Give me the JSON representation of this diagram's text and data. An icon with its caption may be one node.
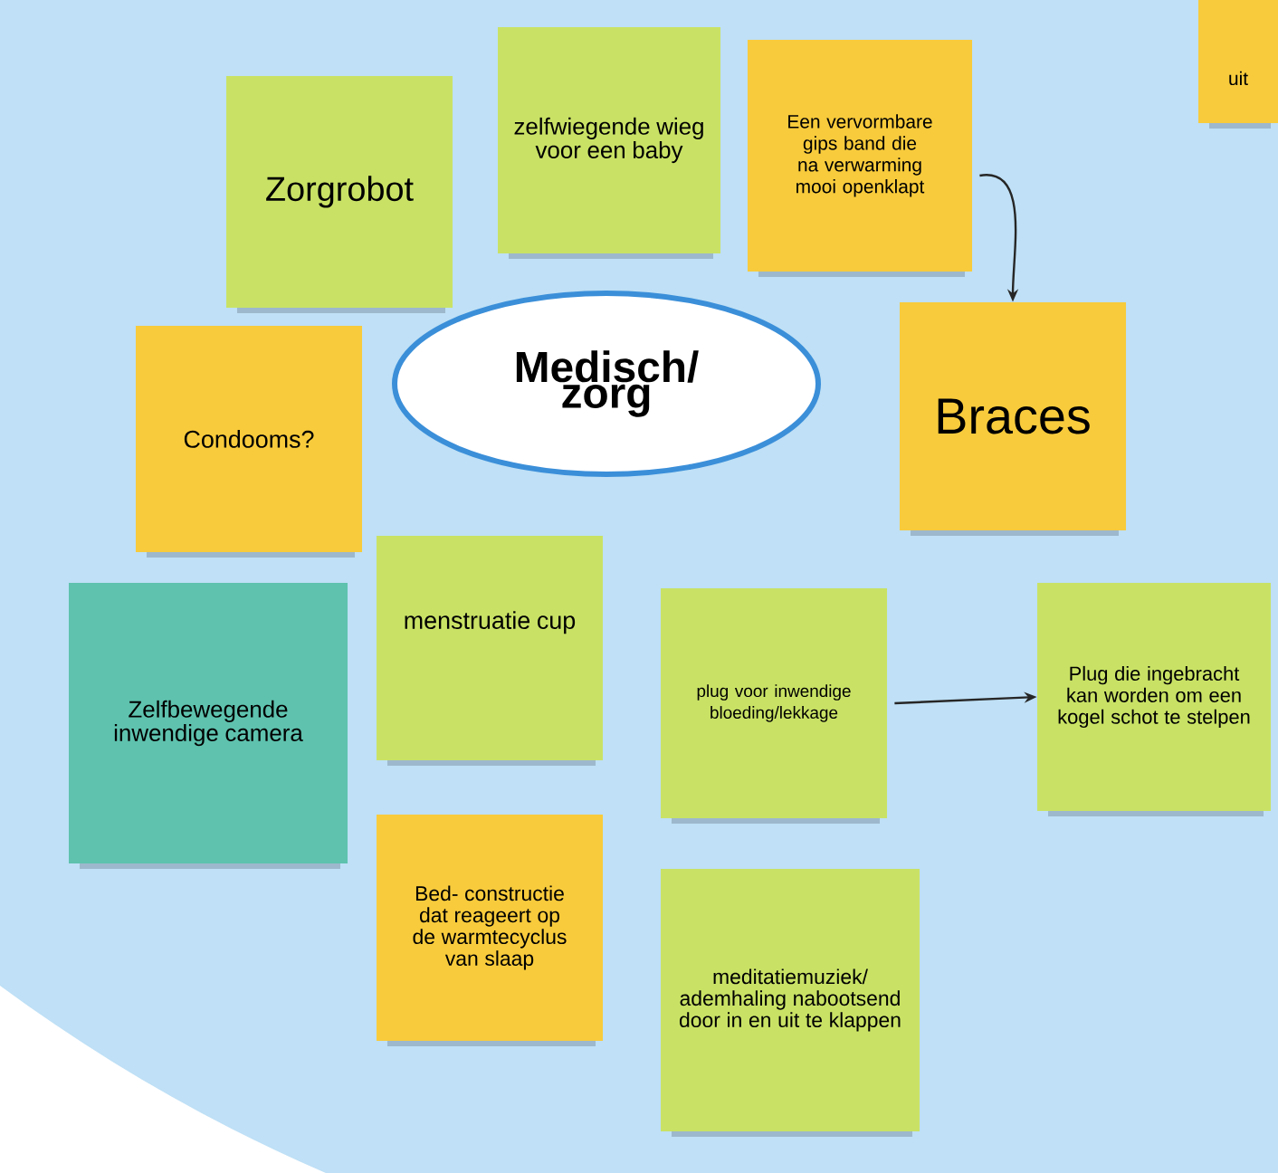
{
  "diagram": {
    "nodes": [
      {
        "text": [
          "Medisch/ zorg"
        ]
      },
      {
        "text": [
          "Zorgrobot"
        ]
      },
      {
        "text": [
          "zelfwiegende wieg voor een baby"
        ]
      },
      {
        "text": [
          "Een vervormbare gips band die na verwarming mooi openklapt"
        ]
      },
      {
        "text": [
          "uit"
        ]
      },
      {
        "text": [
          "Braces"
        ]
      },
      {
        "text": [
          "Condooms?"
        ]
      },
      {
        "text": [
          "Zelfbewegende inwendige camera"
        ]
      },
      {
        "text": [
          "menstruatie cup"
        ]
      },
      {
        "text": [
          "plug voor inwendige bloeding/lekkage"
        ]
      },
      {
        "text": [
          "Plug die ingebracht kan worden om een kogel schot te stelpen"
        ]
      },
      {
        "text": [
          "Bed- constructie dat reageert op de warmtecyclus van slaap"
        ]
      },
      {
        "text": [
          "meditatiemuziek/ ademhaling nabootsend door in en uit te klappen"
        ]
      }
    ],
    "edges": [
      {
        "from": 3,
        "to": 5,
        "arrow": "to"
      },
      {
        "from": 9,
        "to": 10,
        "arrow": "to"
      }
    ]
  }
}
